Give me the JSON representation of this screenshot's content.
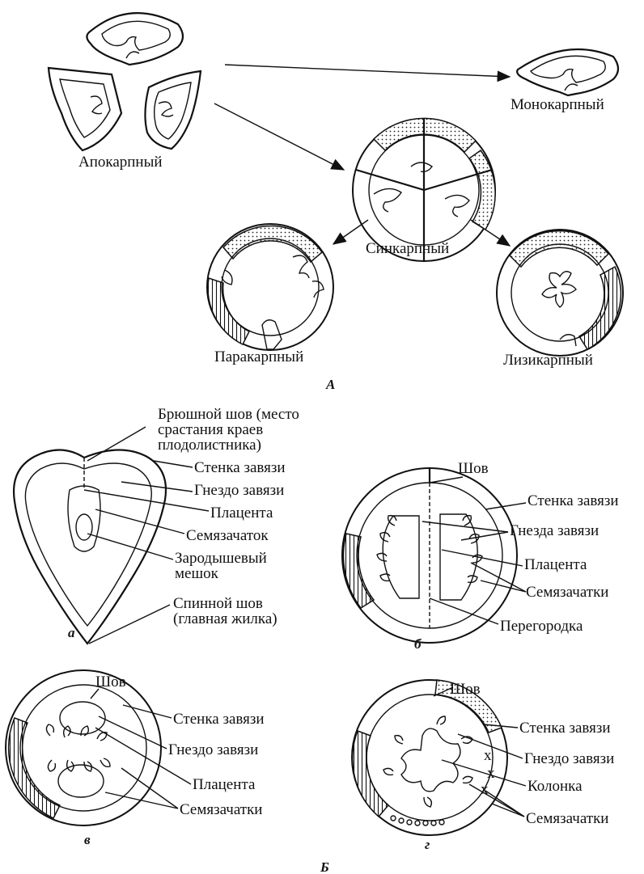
{
  "section_a": {
    "letter": "А",
    "labels": {
      "apocarpous": "Апокарпный",
      "monocarpous": "Монокарпный",
      "syncarpous": "Синкарпный",
      "paracarpous": "Паракарпный",
      "lysicarpous": "Лизикарпный"
    }
  },
  "section_b": {
    "letter": "Б",
    "panel_a": {
      "letter": "а",
      "labels": {
        "ventral_suture": [
          "Брюшной шов (место",
          "срастания краев",
          "плодолистника)"
        ],
        "ovary_wall": "Стенка завязи",
        "locule": "Гнездо завязи",
        "placenta": "Плацента",
        "ovule": "Семязачаток",
        "embryo_sac": [
          "Зародышевый",
          "мешок"
        ],
        "dorsal_suture": [
          "Спинной шов",
          "(главная жилка)"
        ]
      }
    },
    "panel_b": {
      "letter": "б",
      "labels": {
        "suture": "Шов",
        "ovary_wall": "Стенка завязи",
        "locules": "Гнезда завязи",
        "placenta": "Плацента",
        "ovules": "Семязачатки",
        "septum": "Перегородка"
      }
    },
    "panel_v": {
      "letter": "в",
      "labels": {
        "suture": "Шов",
        "ovary_wall": "Стенка завязи",
        "locule": "Гнездо завязи",
        "placenta": "Плацента",
        "ovules": "Семязачатки"
      }
    },
    "panel_g": {
      "letter": "г",
      "labels": {
        "suture": "Шов",
        "ovary_wall": "Стенка завязи",
        "locule": "Гнездо завязи",
        "column": "Колонка",
        "ovules": "Семязачатки"
      }
    }
  }
}
